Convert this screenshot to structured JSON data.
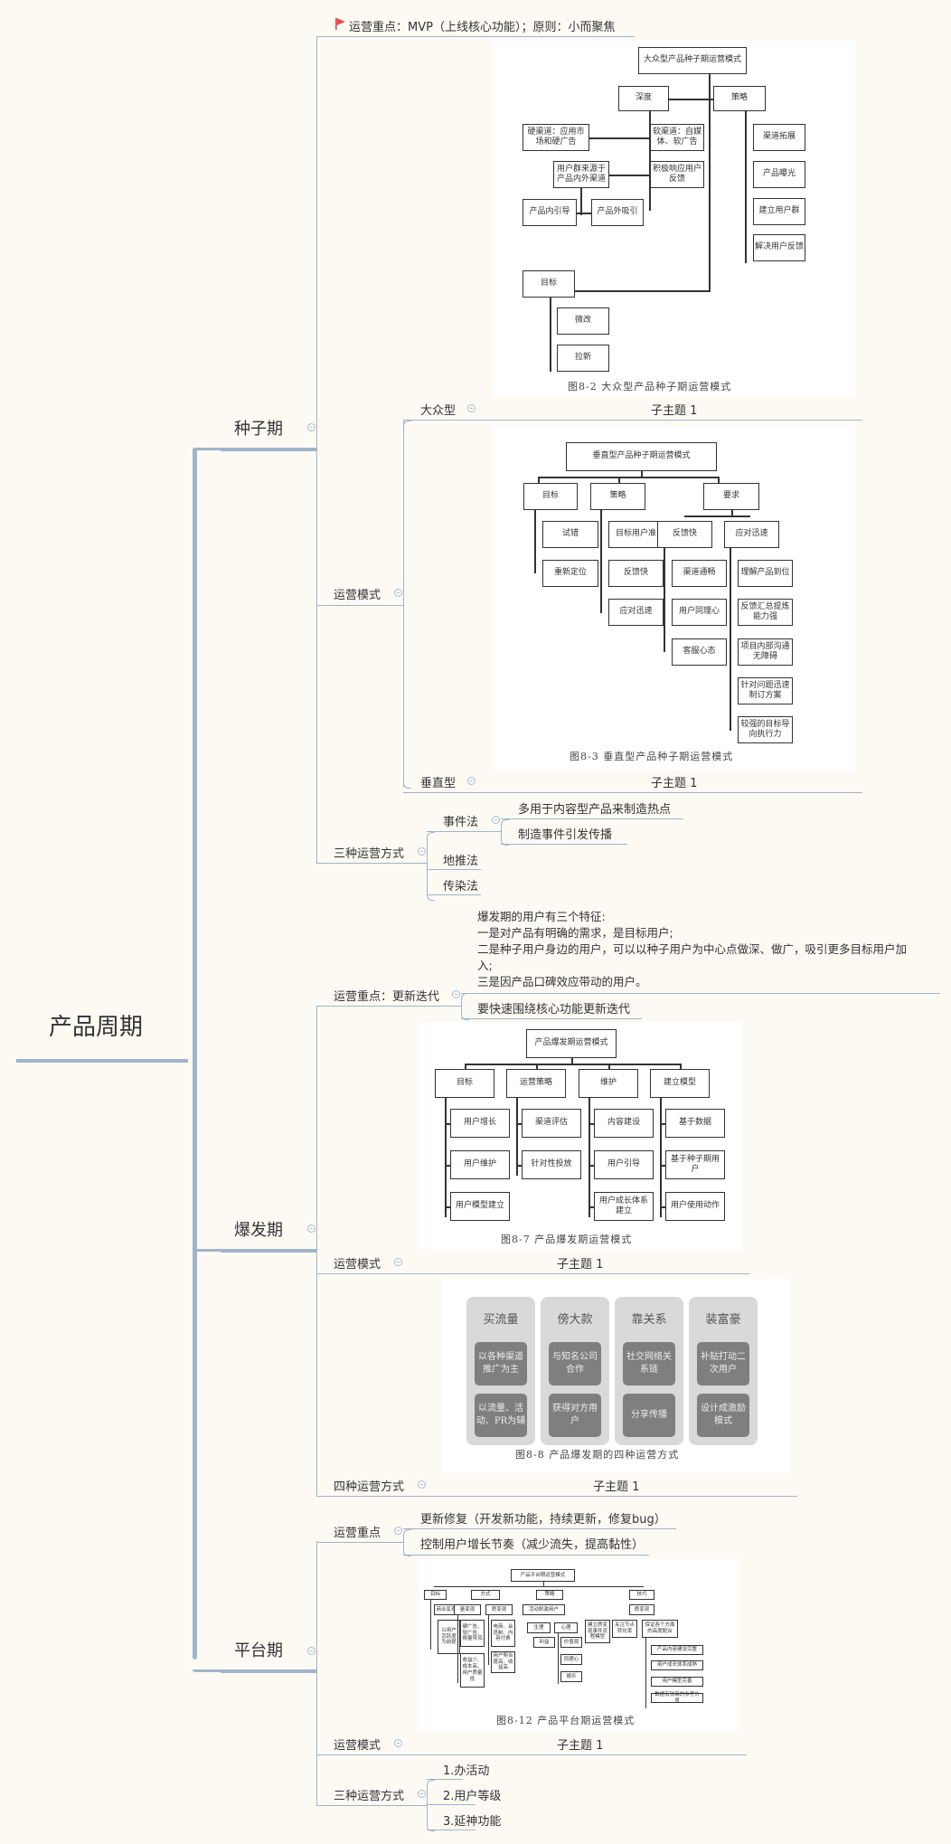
{
  "root": {
    "label": "产品周期"
  },
  "seed": {
    "label": "种子期",
    "focus": {
      "flag_icon": "red-flag-icon",
      "text": "运营重点：MVP（上线核心功能）；原则：小而聚焦",
      "flag_color": "#e84c4c"
    },
    "mode_label": "运营模式",
    "mass": {
      "label": "大众型",
      "subtopic": "子主题 1",
      "figure": {
        "caption": "图8-2  大众型产品种子期运营模式",
        "title": "大众型产品种子期运营模式",
        "depth": "深度",
        "strategy": "策略",
        "hard_channel": "硬渠道：应用市场和硬广告",
        "soft_channel": "软渠道：自媒体、软广告",
        "user_source": "用户群来源于产品内外渠道",
        "respond": "积极响应用户反馈",
        "in_guide": "产品内引导",
        "out_attract": "产品外吸引",
        "strategy_items": [
          "渠道拓展",
          "产品曝光",
          "建立用户群",
          "解决用户反馈"
        ],
        "goal": "目标",
        "goal_items": [
          "微改",
          "拉新"
        ]
      }
    },
    "vertical": {
      "label": "垂直型",
      "subtopic": "子主题 1",
      "figure": {
        "caption": "图8-3  垂直型产品种子期运营模式",
        "title": "垂直型产品种子期运营模式",
        "goal": "目标",
        "goal_items": [
          "试错",
          "重新定位"
        ],
        "strategy": "策略",
        "strategy_items": [
          "目标用户准",
          "反馈快",
          "应对迅速"
        ],
        "require": "要求",
        "feedback": "反馈快",
        "feedback_items": [
          "渠道通畅",
          "用户同理心",
          "客服心态"
        ],
        "respond": "应对迅速",
        "respond_items": [
          "理解产品到位",
          "反馈汇总提炼能力强",
          "项目内部沟通无障碍",
          "针对问题迅速制订方案",
          "较强的目标导向执行力"
        ]
      }
    },
    "three_ways": {
      "label": "三种运营方式",
      "items": [
        {
          "label": "事件法",
          "children": [
            "多用于内容型产品来制造热点",
            "制造事件引发传播"
          ]
        },
        {
          "label": "地推法"
        },
        {
          "label": "传染法"
        }
      ]
    }
  },
  "burst": {
    "label": "爆发期",
    "note_lines": [
      "爆发期的用户有三个特征:",
      "一是对产品有明确的需求，是目标用户;",
      "二是种子用户身边的用户，可以以种子用户为中心点做深、做广，吸引更多目标用户加",
      "入;",
      "三是因产品口碑效应带动的用户。"
    ],
    "focus": {
      "label": "运营重点：更新迭代",
      "child": "要快速围绕核心功能更新迭代"
    },
    "mode": {
      "label": "运营模式",
      "subtopic": "子主题 1",
      "figure": {
        "caption": "图8-7  产品爆发期运营模式",
        "title": "产品爆发期运营模式",
        "columns": [
          {
            "head": "目标",
            "items": [
              "用户增长",
              "用户维护",
              "用户模型建立"
            ]
          },
          {
            "head": "运营策略",
            "items": [
              "渠道评估",
              "针对性投放"
            ]
          },
          {
            "head": "维护",
            "items": [
              "内容建设",
              "用户引导",
              "用户成长体系建立"
            ]
          },
          {
            "head": "建立模型",
            "items": [
              "基于数据",
              "基于种子期用户",
              "用户使用动作"
            ]
          }
        ]
      }
    },
    "four_ways": {
      "label": "四种运营方式",
      "subtopic": "子主题 1",
      "figure": {
        "caption": "图8-8  产品爆发期的四种运营方式",
        "columns": [
          {
            "head": "买流量",
            "items": [
              "以各种渠道推广为主",
              "以流量、活动、PR为辅"
            ]
          },
          {
            "head": "傍大款",
            "items": [
              "与知名公司合作",
              "获得对方用户"
            ]
          },
          {
            "head": "靠关系",
            "items": [
              "社交网络关系链",
              "分享传播"
            ]
          },
          {
            "head": "装富豪",
            "items": [
              "补贴打动二次用户",
              "设计成激励模式"
            ]
          }
        ]
      }
    }
  },
  "platform": {
    "label": "平台期",
    "focus": {
      "label": "运营重点",
      "children": [
        "更新修复（开发新功能，持续更新，修复bug）",
        "控制用户增长节奏（减少流失，提高黏性）"
      ]
    },
    "mode": {
      "label": "运营模式",
      "subtopic": "子主题 1",
      "figure": {
        "caption": "图8-12  产品平台期运营模式",
        "title": "产品平台期运营模式",
        "goal": "目标",
        "goal_items": [
          "商业变现",
          "以用户活跃度为前提"
        ],
        "method": "方式",
        "quantity": "量变现",
        "quantity_items": [
          "硬广告、软广告、换量导流",
          "收益少、成本高、用户质量低"
        ],
        "quality": "质变现",
        "quality_items": [
          "电商、会员制、内容付费",
          "用户契合度高、收益高"
        ],
        "strategy": "策略",
        "stimulate": "活动刺激用户",
        "physio": "生理",
        "physio_items": [
          "利益"
        ],
        "psycho": "心理",
        "psycho_items": [
          "价值观",
          "同理心",
          "娱乐"
        ],
        "skill": "技巧",
        "skill_quality": "质变现",
        "skill_items": [
          "建立质变现事件流程模型",
          "关注节点转化率",
          "保证各个方面的高度配合"
        ],
        "coop_items": [
          "产品内容建设完整",
          "用户成长体系成熟",
          "用户模型完善",
          "数据有较高的参考价值"
        ]
      }
    },
    "three_ways": {
      "label": "三种运营方式",
      "items": [
        "1.办活动",
        "2.用户等级",
        "3.延神功能"
      ]
    }
  }
}
